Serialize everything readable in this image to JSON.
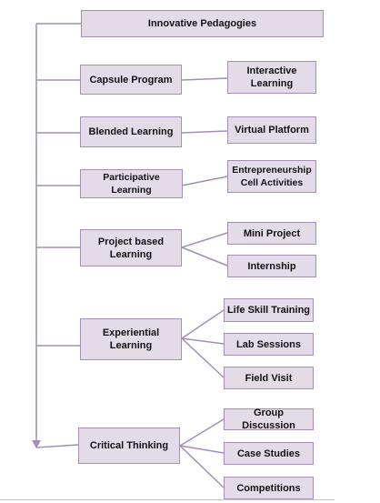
{
  "root": {
    "label": "Innovative Pedagogies"
  },
  "categories": [
    {
      "label": "Capsule Program",
      "children": [
        "Interactive\nLearning"
      ]
    },
    {
      "label": "Blended Learning",
      "children": [
        "Virtual Platform"
      ]
    },
    {
      "label": "Participative Learning",
      "children": [
        "Entrepreneurship\nCell Activities"
      ]
    },
    {
      "label": "Project based\nLearning",
      "children": [
        "Mini Project",
        "Internship"
      ]
    },
    {
      "label": "Experiential Learning",
      "children": [
        "Life Skill Training",
        "Lab Sessions",
        "Field Visit"
      ]
    },
    {
      "label": "Critical Thinking",
      "children": [
        "Group Discussion",
        "Case Studies",
        "Competitions"
      ]
    }
  ],
  "colors": {
    "box_fill": "#e3dbe8",
    "box_border": "#a48fb2",
    "connector": "#a48fb2",
    "text": "#111111"
  }
}
